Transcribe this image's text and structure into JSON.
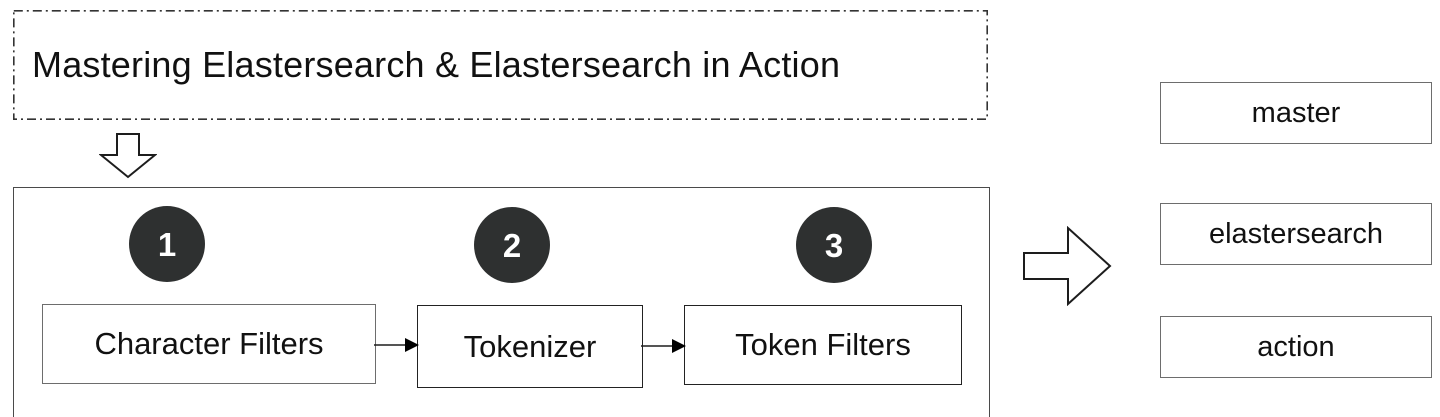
{
  "diagram": {
    "source": {
      "title": "Mastering Elastersearch & Elastersearch in Action",
      "border_style": "dash-dot",
      "border_color": "#333333"
    },
    "flow_arrow_down": "down-block-arrow",
    "flow_arrow_right": "right-block-arrow",
    "analyzer": {
      "container_border_color": "#4a4a4a",
      "badge_color": "#2e3030",
      "badge_text_color": "#ffffff",
      "steps": [
        {
          "number": "1",
          "label": "Character Filters"
        },
        {
          "number": "2",
          "label": "Tokenizer"
        },
        {
          "number": "3",
          "label": "Token Filters"
        }
      ]
    },
    "output_tokens": [
      {
        "label": "master"
      },
      {
        "label": "elastersearch"
      },
      {
        "label": "action"
      }
    ]
  }
}
